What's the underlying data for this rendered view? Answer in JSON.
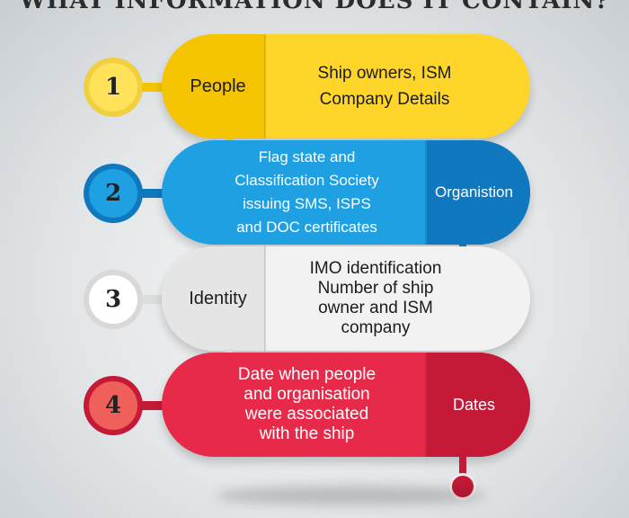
{
  "title": "WHAT INFORMATION DOES IT CONTAIN?",
  "steps": [
    {
      "number": "1",
      "label": "People",
      "description": [
        "Ship owners, ISM",
        "Company Details"
      ],
      "color": "#ffd52a",
      "accent": "#f5c400"
    },
    {
      "number": "2",
      "label": "Organistion",
      "description": [
        "Flag state and",
        "Classification Society",
        "issuing SMS, ISPS",
        "and DOC certificates"
      ],
      "color": "#1fa0e3",
      "accent": "#0f78bf"
    },
    {
      "number": "3",
      "label": "Identity",
      "description": [
        "IMO identification",
        "Number of ship",
        "owner and ISM",
        "company"
      ],
      "color": "#f2f2f2",
      "accent": "#e5e5e5"
    },
    {
      "number": "4",
      "label": "Dates",
      "description": [
        "Date when people",
        "and organisation",
        "were associated",
        "with the ship"
      ],
      "color": "#e82a4a",
      "accent": "#c41a37"
    }
  ]
}
